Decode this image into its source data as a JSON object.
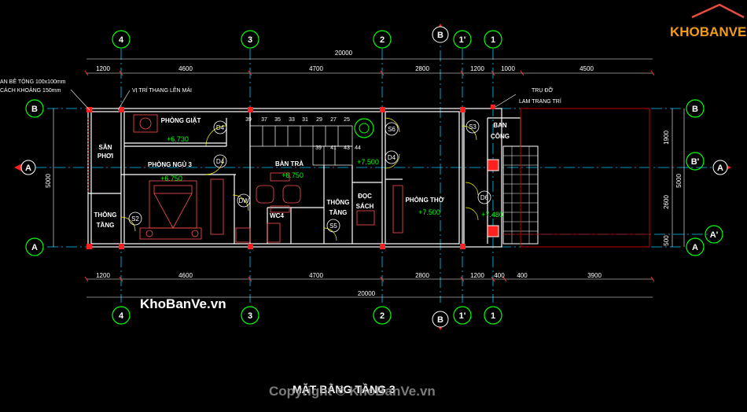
{
  "grid": {
    "top_labels": [
      "4",
      "3",
      "2",
      "B",
      "1'",
      "1"
    ],
    "bottom_labels": [
      "4",
      "3",
      "2",
      "B",
      "1'",
      "1"
    ],
    "left_labels": [
      "B",
      "A",
      "A"
    ],
    "right_labels": [
      "B",
      "B'",
      "A",
      "A'",
      "A"
    ]
  },
  "dims": {
    "top_total": "20000",
    "top": [
      "1200",
      "4600",
      "4700",
      "2800",
      "1200",
      "1000",
      "4500"
    ],
    "bottom_total": "20000",
    "bottom": [
      "1200",
      "4600",
      "4700",
      "2800",
      "1200",
      "400",
      "400",
      "3900"
    ],
    "left": [
      "5000"
    ],
    "right": [
      "1900",
      "5000",
      "2600",
      "500"
    ]
  },
  "rooms": {
    "phong_giat": "PHÒNG GIẶT",
    "san_phoi_1": "SÂN",
    "san_phoi_2": "PHƠI",
    "phong_ngu": "PHÒNG NGỦ 3",
    "thong_tang_left_1": "THÔNG",
    "thong_tang_left_2": "TẦNG",
    "ban_tra": "BÀN TRÀ",
    "wc": "WC4",
    "thong_tang_mid_1": "THÔNG",
    "thong_tang_mid_2": "TẦNG",
    "doc_sach_1": "ĐỌC",
    "doc_sach_2": "SÁCH",
    "phong_tho": "PHÒNG THỜ",
    "ban_cong_1": "BAN",
    "ban_cong_2": "CÔNG"
  },
  "levels": {
    "l1": "+6.730",
    "l2": "+6.750",
    "l3": "+6.750",
    "l4": "+7.500",
    "l5": "+7.500",
    "l6": "+7.480"
  },
  "doors": [
    "D4",
    "D4",
    "D4",
    "DW",
    "S2",
    "S5",
    "S6",
    "S3",
    "D6"
  ],
  "stairs": {
    "top": [
      "39",
      "37",
      "35",
      "33",
      "31",
      "29",
      "27",
      "25"
    ],
    "bottom": [
      "39",
      "41",
      "43",
      "44"
    ]
  },
  "annotations": {
    "beam_line1": "AN BÊ TÔNG 100x100mm",
    "beam_line2": "CÁCH KHOẢNG 150mm",
    "stair_note": "VỊ TRÍ THANG LÊN MÁI",
    "tru_do": "TRỤ ĐỠ",
    "lam_trang_tri": "LAM TRANG TRÍ"
  },
  "title_text": "MẶT BẰNG TẦNG 3",
  "watermarks": {
    "brand": "KhoBanVe.vn",
    "copyright": "Copyright © KhoBanVe.vn",
    "logo": "KHOBANVE"
  },
  "colors": {
    "background": "#000000",
    "wall": "#ffffff",
    "grid_line": "#00c8ff",
    "grid_circle": "#00ff00",
    "marker": "#ff0000",
    "level_text": "#00ff00",
    "door": "#ffff00"
  }
}
